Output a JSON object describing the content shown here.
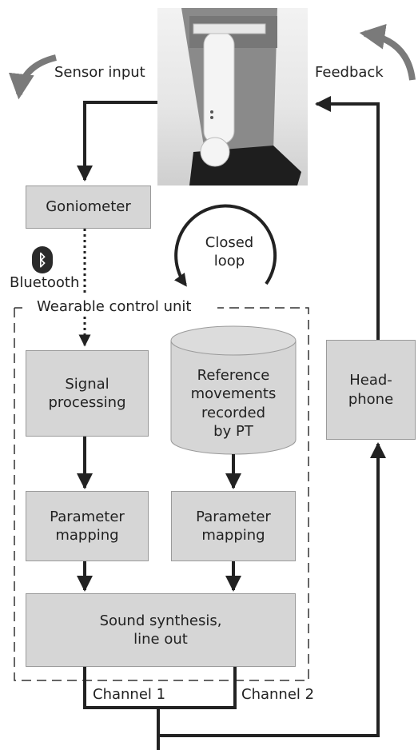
{
  "labels": {
    "sensor_input": "Sensor input",
    "feedback": "Feedback",
    "bluetooth": "Bluetooth",
    "closed_loop": "Closed\nloop",
    "wearable_control_unit": "Wearable control unit",
    "channel_1": "Channel 1",
    "channel_2": "Channel 2"
  },
  "boxes": {
    "goniometer": "Goniometer",
    "signal_processing": "Signal\nprocessing",
    "reference_movements": "Reference\nmovements\nrecorded\nby PT",
    "parameter_mapping_1": "Parameter\nmapping",
    "parameter_mapping_2": "Parameter\nmapping",
    "sound_synthesis": "Sound synthesis,\nline out",
    "headphone": "Head-\nphone"
  },
  "icons": {
    "bluetooth": "bluetooth-icon",
    "photo": "leg-with-goniometer-photo"
  },
  "colors": {
    "box_fill": "#d6d6d6",
    "line": "#222222"
  }
}
